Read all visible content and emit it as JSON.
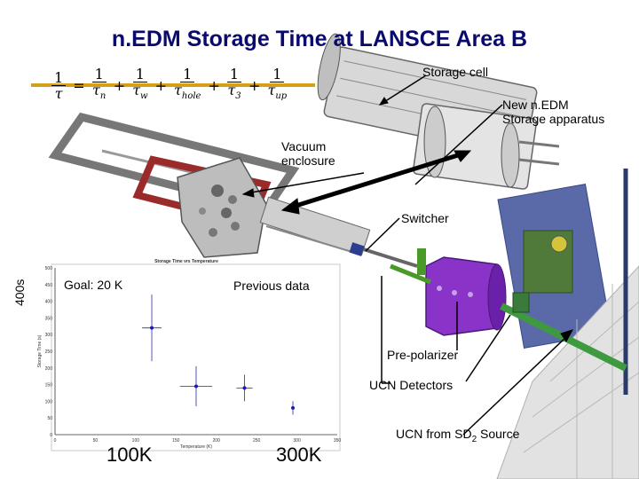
{
  "title": "n.EDM Storage Time at LANSCE Area B",
  "equation": {
    "lhs_num": "1",
    "lhs_den": "τ",
    "terms": [
      {
        "num": "1",
        "den": "τ",
        "sub": "n"
      },
      {
        "num": "1",
        "den": "τ",
        "sub": "w"
      },
      {
        "num": "1",
        "den": "τ",
        "sub": "hole"
      },
      {
        "num": "1",
        "den": "τ",
        "sub": "3"
      },
      {
        "num": "1",
        "den": "τ",
        "sub": "up"
      }
    ]
  },
  "labels": {
    "storage_cell": "Storage cell",
    "new_apparatus_line1": "New n.EDM",
    "new_apparatus_line2": "Storage apparatus",
    "vacuum_line1": "Vacuum",
    "vacuum_line2": "enclosure",
    "switcher": "Switcher",
    "goal": "Goal: 20 K",
    "previous_data": "Previous data",
    "axis_400s": "400s",
    "pre_polarizer": "Pre-polarizer",
    "ucn_detectors": "UCN Detectors",
    "ucn_source_prefix": "UCN from SD",
    "ucn_source_sub": "2",
    "ucn_source_suffix": " Source",
    "temp_100k": "100K",
    "temp_300k": "300K"
  },
  "chart_data": {
    "type": "scatter",
    "title": "Storage Time vrs Temperature",
    "xlabel": "Temperature (K)",
    "ylabel": "Storage Time (s)",
    "xlim": [
      0,
      350
    ],
    "ylim": [
      0,
      500
    ],
    "xticks": [
      0,
      50,
      100,
      150,
      200,
      250,
      300,
      350
    ],
    "yticks": [
      0,
      50,
      100,
      150,
      200,
      250,
      300,
      350,
      400,
      450,
      500
    ],
    "points": [
      {
        "x": 120,
        "y": 320,
        "xerr": 12,
        "yerr": 100
      },
      {
        "x": 175,
        "y": 145,
        "xerr": 20,
        "yerr": 60
      },
      {
        "x": 235,
        "y": 140,
        "xerr": 10,
        "yerr": 40
      },
      {
        "x": 295,
        "y": 80,
        "xerr": 0,
        "yerr": 20
      }
    ],
    "colors": {
      "points": "#1a1ab0",
      "errorbars": "#2a2aa0"
    }
  }
}
